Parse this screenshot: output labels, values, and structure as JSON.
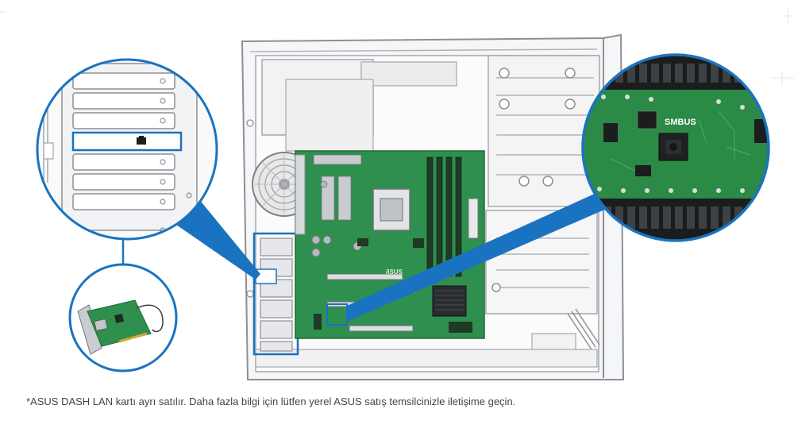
{
  "footnote": "*ASUS DASH LAN kartı ayrı satılır. Daha fazla bilgi için lütfen yerel ASUS satış temsilcinizle iletişime geçin.",
  "callout_smbus": {
    "label": "SMBUS"
  },
  "motherboard": {
    "brand_mark": "/ISUS"
  },
  "colors": {
    "callout_blue": "#1a73c0",
    "pcb_green": "#2f8f4e",
    "chassis_line": "#8c9096",
    "chassis_fill": "#f3f4f6"
  }
}
